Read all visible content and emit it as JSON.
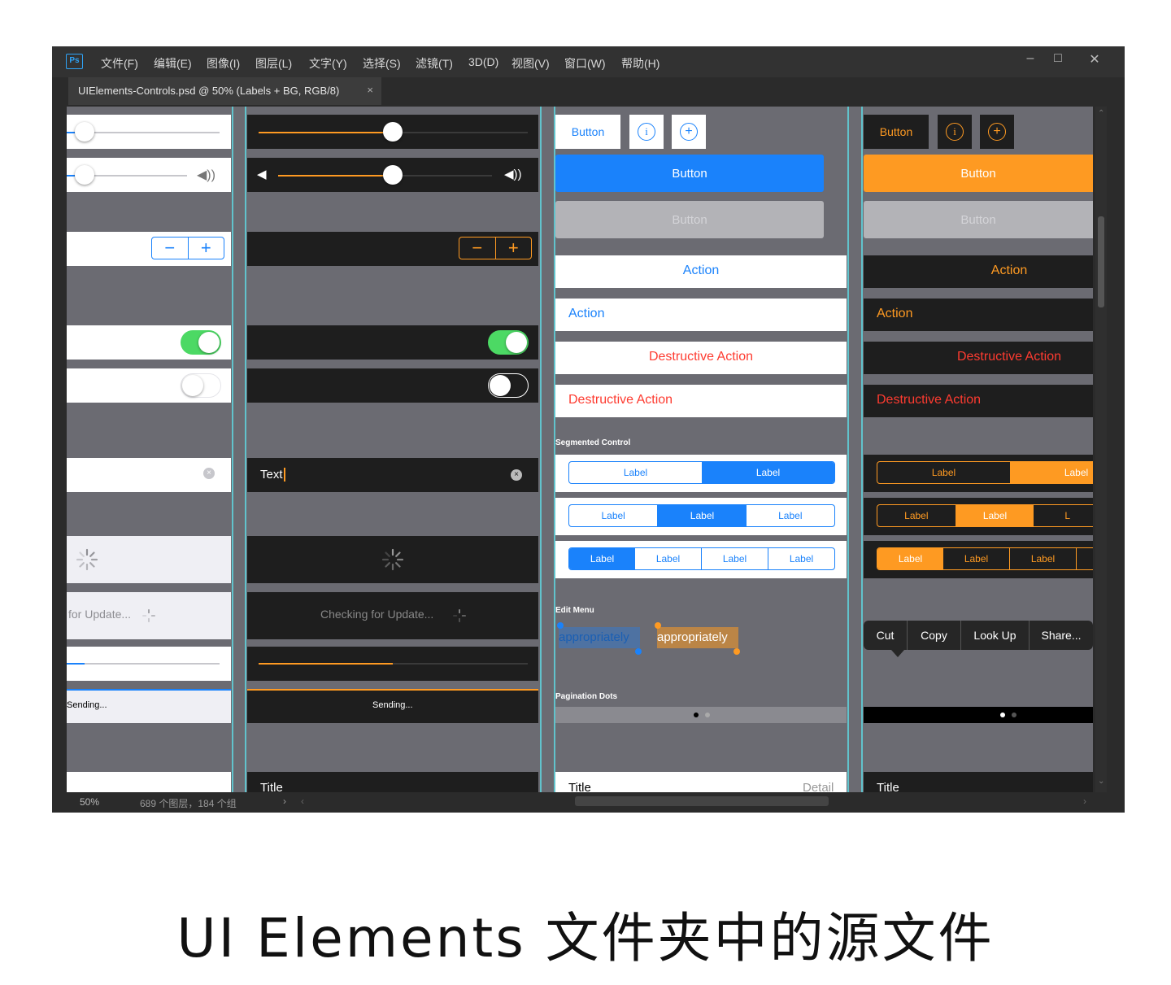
{
  "menubar": {
    "logo": "Ps",
    "items": [
      "文件(F)",
      "编辑(E)",
      "图像(I)",
      "图层(L)",
      "文字(Y)",
      "选择(S)",
      "滤镜(T)",
      "3D(D)",
      "视图(V)",
      "窗口(W)",
      "帮助(H)"
    ],
    "window_controls": [
      "–",
      "□",
      "✕"
    ]
  },
  "document_tab": {
    "title": "UIElements-Controls.psd @ 50% (Labels + BG, RGB/8)",
    "close": "×"
  },
  "canvas": {
    "col1": {
      "text_field_value": "",
      "progress_label": "for Update...",
      "sending_label": "Sending..."
    },
    "col2": {
      "text_field_value": "Text",
      "progress_label": "Checking for Update...",
      "sending_label": "Sending...",
      "bottom_title": "Title"
    },
    "col3": {
      "small_button": "Button",
      "filled_button": "Button",
      "disabled_button": "Button",
      "action_centered": "Action",
      "action_left": "Action",
      "destructive_centered": "Destructive Action",
      "destructive_left": "Destructive Action",
      "segmented_header": "Segmented Control",
      "seg2": [
        "Label",
        "Label"
      ],
      "seg3": [
        "Label",
        "Label",
        "Label"
      ],
      "seg4": [
        "Label",
        "Label",
        "Label",
        "Label"
      ],
      "edit_menu_header": "Edit Menu",
      "selection_word": "appropriately",
      "pagination_header": "Pagination Dots",
      "bottom_title": "Title",
      "bottom_detail": "Detail"
    },
    "col4": {
      "small_button": "Button",
      "filled_button": "Button",
      "disabled_button": "Button",
      "action_centered": "Action",
      "action_left": "Action",
      "destructive_centered": "Destructive Action",
      "destructive_left": "Destructive Action",
      "seg2": [
        "Label",
        "Label"
      ],
      "seg3": [
        "Label",
        "Label",
        "L"
      ],
      "seg4": [
        "Label",
        "Label",
        "Label",
        ""
      ],
      "edit_menu": [
        "Cut",
        "Copy",
        "Look Up",
        "Share..."
      ],
      "bottom_title": "Title"
    }
  },
  "slider_value": 0.48,
  "progress_value": 0.48,
  "statusbar": {
    "zoom": "50%",
    "info": "689 个图层，184 个组",
    "nav_right": "›",
    "nav_left": "‹",
    "end_arrow": "›"
  },
  "caption": "UI Elements 文件夹中的源文件",
  "colors": {
    "ios_blue": "#1a82fb",
    "ios_orange": "#fe9a22",
    "ios_green": "#4cd964",
    "ios_red": "#fe3b30",
    "guide_cyan": "#61c3cc"
  }
}
